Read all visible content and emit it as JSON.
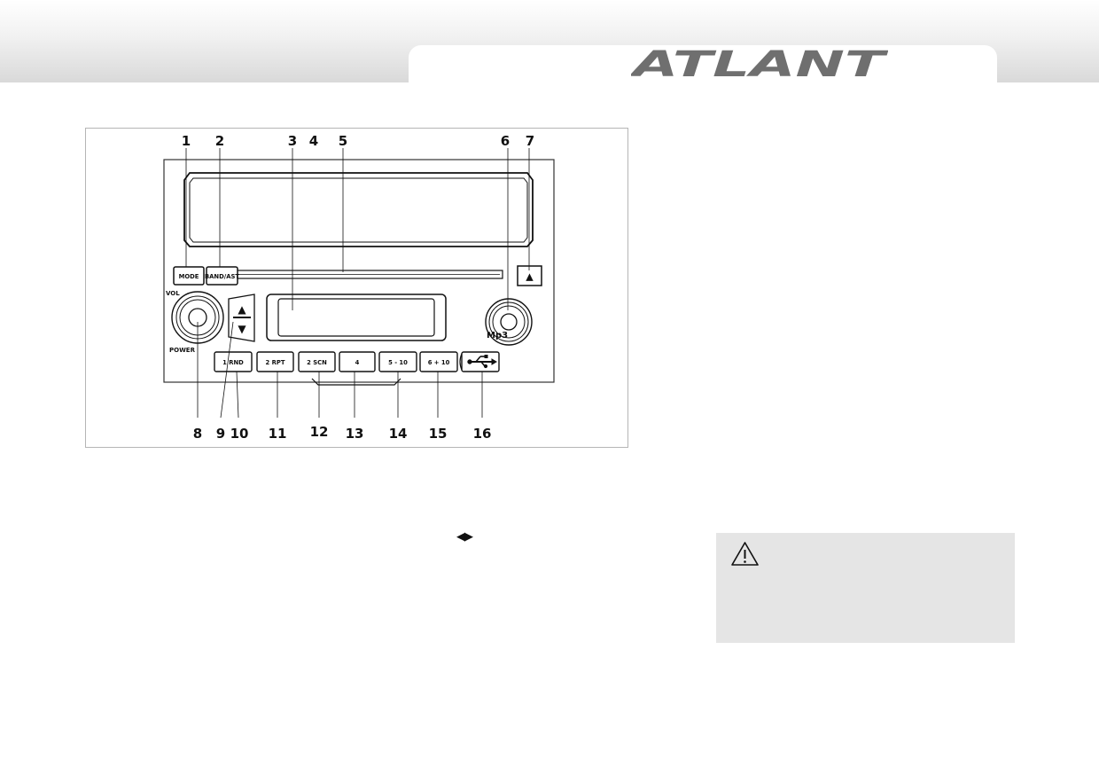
{
  "header": {
    "brand": "ATLANT"
  },
  "figure": {
    "callouts": [
      {
        "id": "c1",
        "label": "1"
      },
      {
        "id": "c2",
        "label": "2"
      },
      {
        "id": "c3",
        "label": "3"
      },
      {
        "id": "c4",
        "label": "4"
      },
      {
        "id": "c5",
        "label": "5"
      },
      {
        "id": "c6",
        "label": "6"
      },
      {
        "id": "c7",
        "label": "7"
      },
      {
        "id": "c8",
        "label": "8"
      },
      {
        "id": "c9",
        "label": "9"
      },
      {
        "id": "c10",
        "label": "10"
      },
      {
        "id": "c11",
        "label": "11"
      },
      {
        "id": "c12",
        "label": "12"
      },
      {
        "id": "c13",
        "label": "13"
      },
      {
        "id": "c14",
        "label": "14"
      },
      {
        "id": "c15",
        "label": "15"
      },
      {
        "id": "c16",
        "label": "16"
      }
    ],
    "buttons": {
      "mode": "MODE",
      "band": "BAND/AST",
      "preset1": "1 RND",
      "preset2": "2 RPT",
      "preset3": "2 SCN",
      "preset4": "4",
      "preset5": "5 - 10",
      "preset6": "6 + 10",
      "eject": "▲",
      "tune_up": "▲",
      "tune_down": "▼"
    },
    "labels": {
      "vol": "VOL",
      "power": "POWER",
      "mp3": "Mp3"
    }
  },
  "body_text": {
    "arrow_symbols": "◀▶"
  },
  "colors": {
    "warning_bg": "#e5e5e5",
    "logo": "#6f6f6f"
  }
}
